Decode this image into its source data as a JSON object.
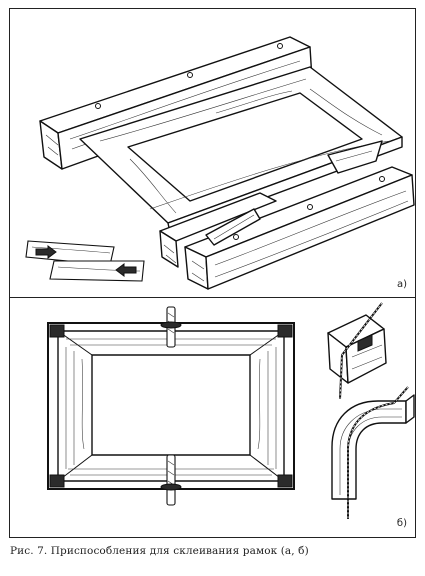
{
  "figure": {
    "panel_a_label": "а)",
    "panel_b_label": "б)",
    "caption": "Рис. 7. Приспособления для склеивания рамок (а, б)"
  }
}
